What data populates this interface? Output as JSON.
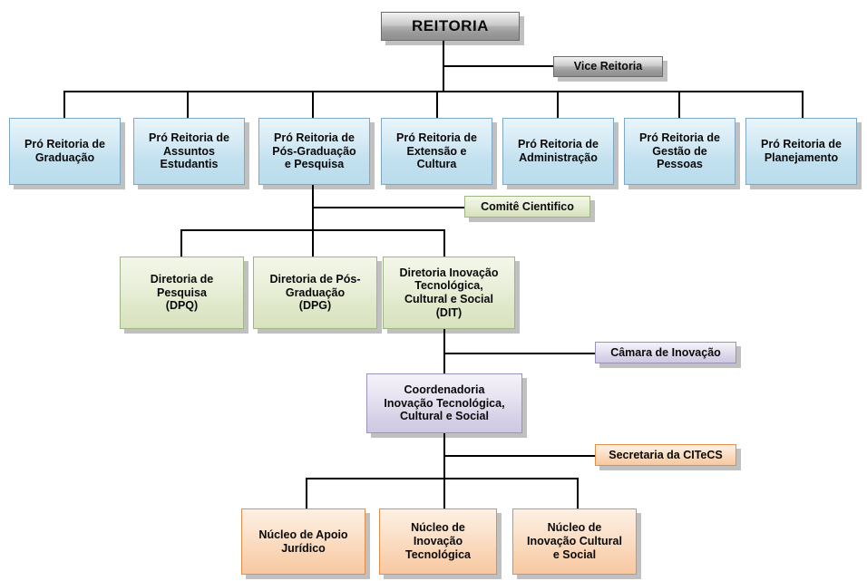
{
  "title": "Organograma Reitoria",
  "colors": {
    "gray": "#b0b0b0",
    "blue": "#c3e1ef",
    "green": "#dfe8c9",
    "purple": "#d9d3e8",
    "orange": "#f9d3b2",
    "connector": "#000000",
    "text": "#0a0a0a"
  },
  "nodes": {
    "reitoria": "REITORIA",
    "vice_reitoria": "Vice Reitoria",
    "comite_cientifico": "Comitê Cientifico",
    "camara_inovacao": "Câmara de Inovação",
    "secretaria_citecs": "Secretaria da CITeCS",
    "coordenadoria": "Coordenadoria\nInovação Tecnológica,\nCultural e Social"
  },
  "pro_reitorias": [
    {
      "label": "Pró Reitoria de\nGraduação"
    },
    {
      "label": "Pró Reitoria de\nAssuntos\nEstudantis"
    },
    {
      "label": "Pró Reitoria de\nPós-Graduação\ne Pesquisa"
    },
    {
      "label": "Pró Reitoria de\nExtensão e\nCultura"
    },
    {
      "label": "Pró Reitoria de\nAdministração"
    },
    {
      "label": "Pró Reitoria de\nGestão de\nPessoas"
    },
    {
      "label": "Pró Reitoria de\nPlanejamento"
    }
  ],
  "diretorias": [
    {
      "label": "Diretoria de\nPesquisa\n(DPQ)"
    },
    {
      "label": "Diretoria de Pós-\nGraduação\n(DPG)"
    },
    {
      "label": "Diretoria Inovação\nTecnológica,\nCultural e Social\n(DIT)"
    }
  ],
  "nucleos": [
    {
      "label": "Núcleo de Apoio\nJurídico"
    },
    {
      "label": "Núcleo de\nInovação\nTecnológica"
    },
    {
      "label": "Núcleo de\nInovação Cultural\ne Social"
    }
  ]
}
